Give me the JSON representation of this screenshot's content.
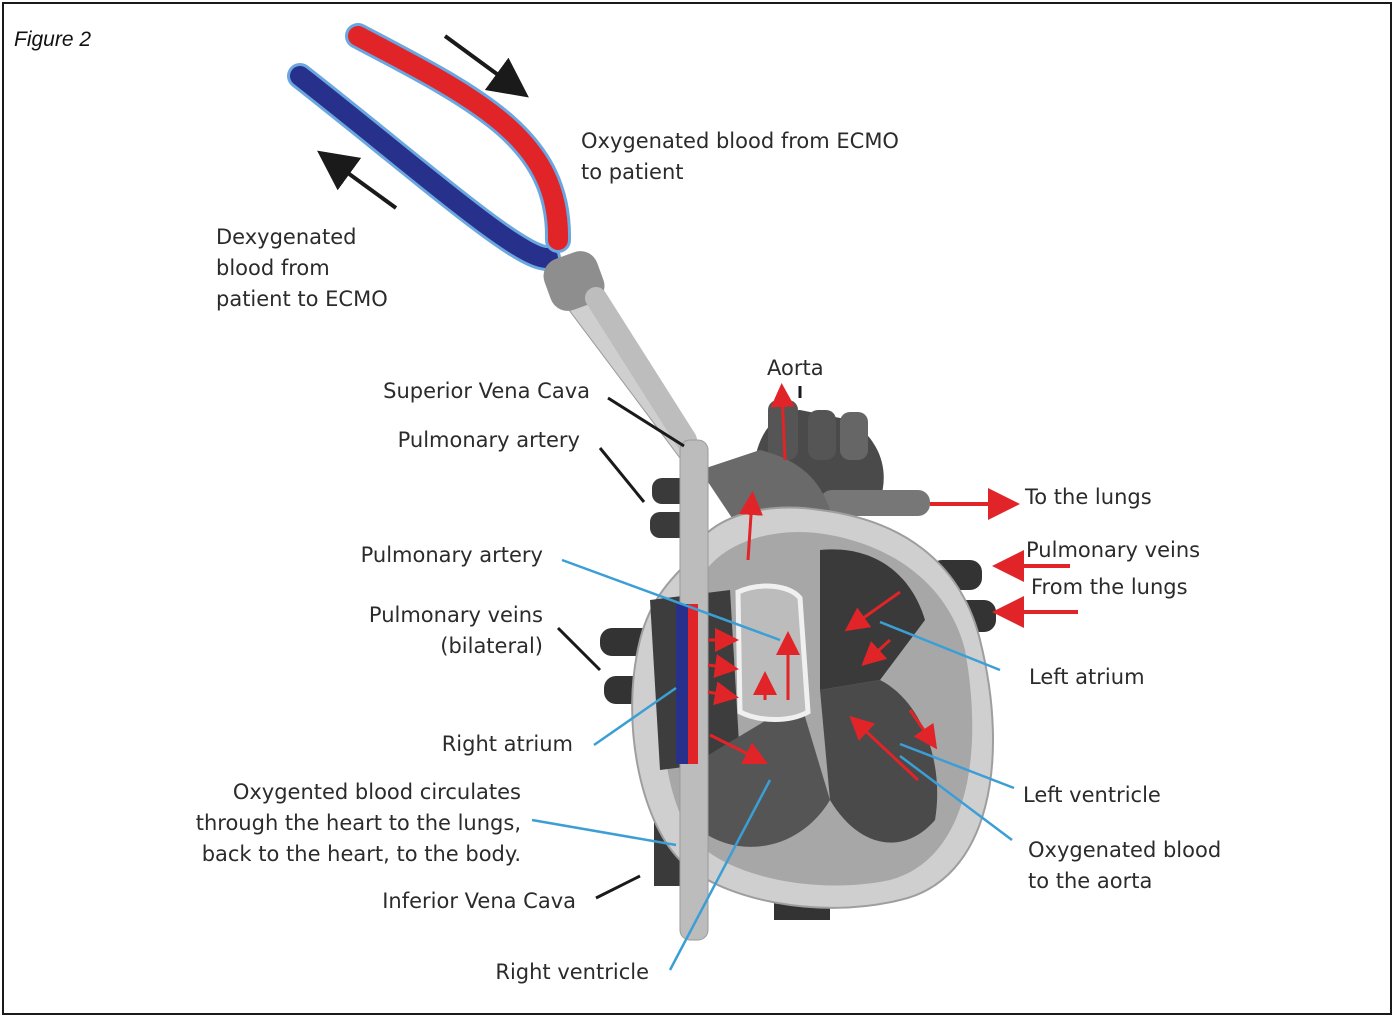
{
  "figure_title": "Figure 2",
  "labels": {
    "oxy_from_ecmo": [
      "Oxygenated blood from ECMO",
      "to patient"
    ],
    "deoxy_to_ecmo": [
      "Dexygenated",
      "blood from",
      "patient to ECMO"
    ],
    "aorta": "Aorta",
    "superior_vena_cava": "Superior Vena Cava",
    "pulmonary_artery_top": "Pulmonary artery",
    "pulmonary_artery_mid": "Pulmonary artery",
    "pulmonary_veins_left": [
      "Pulmonary veins",
      "(bilateral)"
    ],
    "right_atrium": "Right atrium",
    "circulation_note": [
      "Oxygented blood circulates",
      "through the heart to the lungs,",
      "back to the heart, to the body."
    ],
    "inferior_vena_cava": "Inferior Vena Cava",
    "right_ventricle": "Right ventricle",
    "to_the_lungs": "To the lungs",
    "pulmonary_veins_right": "Pulmonary veins",
    "from_the_lungs": "From the lungs",
    "left_atrium": "Left atrium",
    "left_ventricle": "Left ventricle",
    "oxy_to_aorta": [
      "Oxygenated blood",
      "to the aorta"
    ]
  },
  "colors": {
    "oxygenated": "#e02428",
    "deoxygenated": "#2a2f8c",
    "leader_blue": "#3b9fd6",
    "leader_black": "#1a1a1a",
    "arrow_red": "#e02428"
  }
}
